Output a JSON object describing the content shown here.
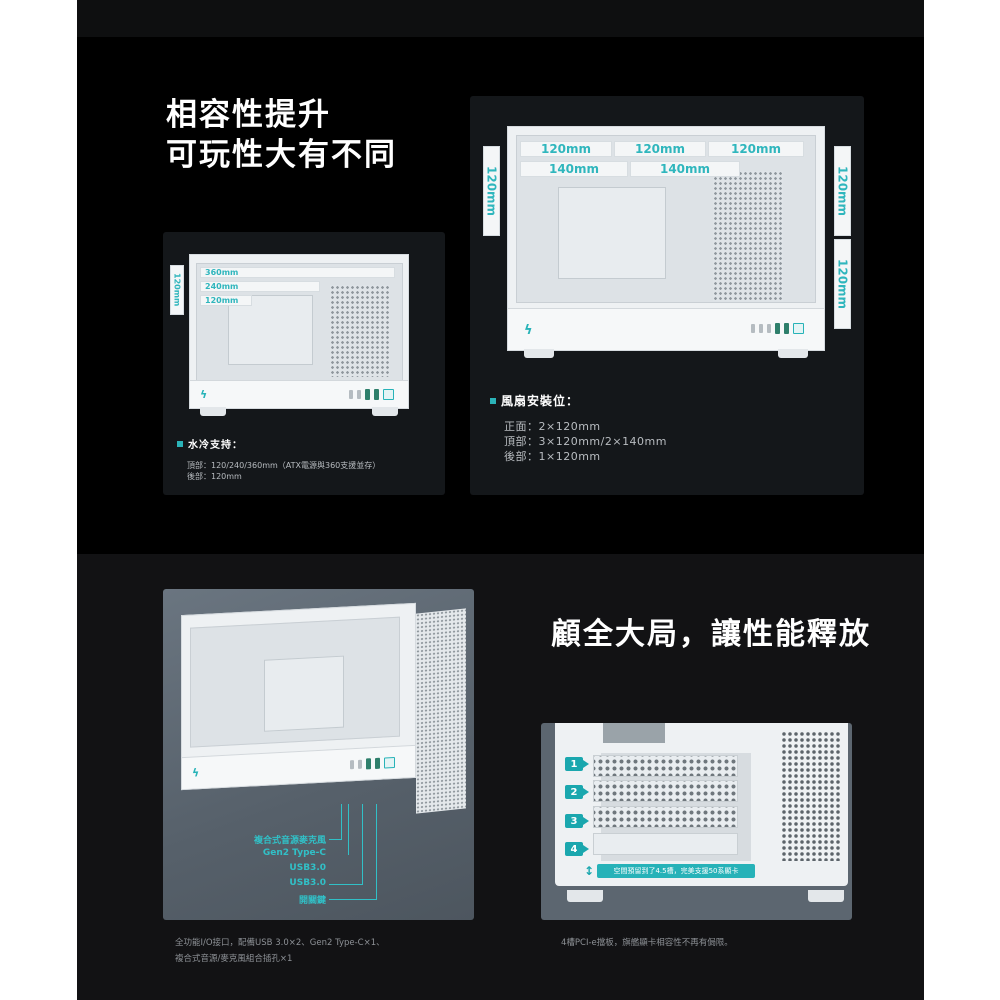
{
  "section_compat": {
    "headline_line1": "相容性提升",
    "headline_line2": "可玩性大有不同",
    "radiator_panel": {
      "side_tag": "120mm",
      "top_tags": [
        "360mm",
        "240mm",
        "120mm"
      ],
      "title": "水冷支持：",
      "specs": [
        "頂部：120/240/360mm（ATX電源與360支援並存）",
        "後部：120mm"
      ]
    },
    "fan_panel": {
      "top_row_tags": [
        "120mm",
        "120mm",
        "120mm"
      ],
      "second_row_tags": [
        "140mm",
        "140mm"
      ],
      "rear_tag": "120mm",
      "front_tags": [
        "120mm",
        "120mm"
      ],
      "title": "風扇安裝位：",
      "specs": [
        "正面：2×120mm",
        "頂部：3×120mm/2×140mm",
        "後部：1×120mm"
      ]
    }
  },
  "section_io": {
    "headline": "顧全大局，讓性能釋放",
    "io_labels": [
      "複合式音源麥克風",
      "Gen2 Type-C",
      "USB3.0",
      "USB3.0",
      "開關鍵"
    ],
    "io_caption_line1": "全功能I/O接口，配備USB 3.0×2、Gen2 Type-C×1、",
    "io_caption_line2": "複合式音源/麥克風組合插孔×1",
    "slot_numbers": [
      "1",
      "2",
      "3",
      "4"
    ],
    "gpu_note": "空間預留到了4.5槽，完美支援50系顯卡",
    "pcie_caption": "4槽PCI-e擋板，旗艦顯卡相容性不再有侷限。"
  },
  "colors": {
    "accent": "#2bb3b8",
    "background_dark": "#000000",
    "panel_dark": "#14171a",
    "text_secondary": "#b8bcc0"
  }
}
